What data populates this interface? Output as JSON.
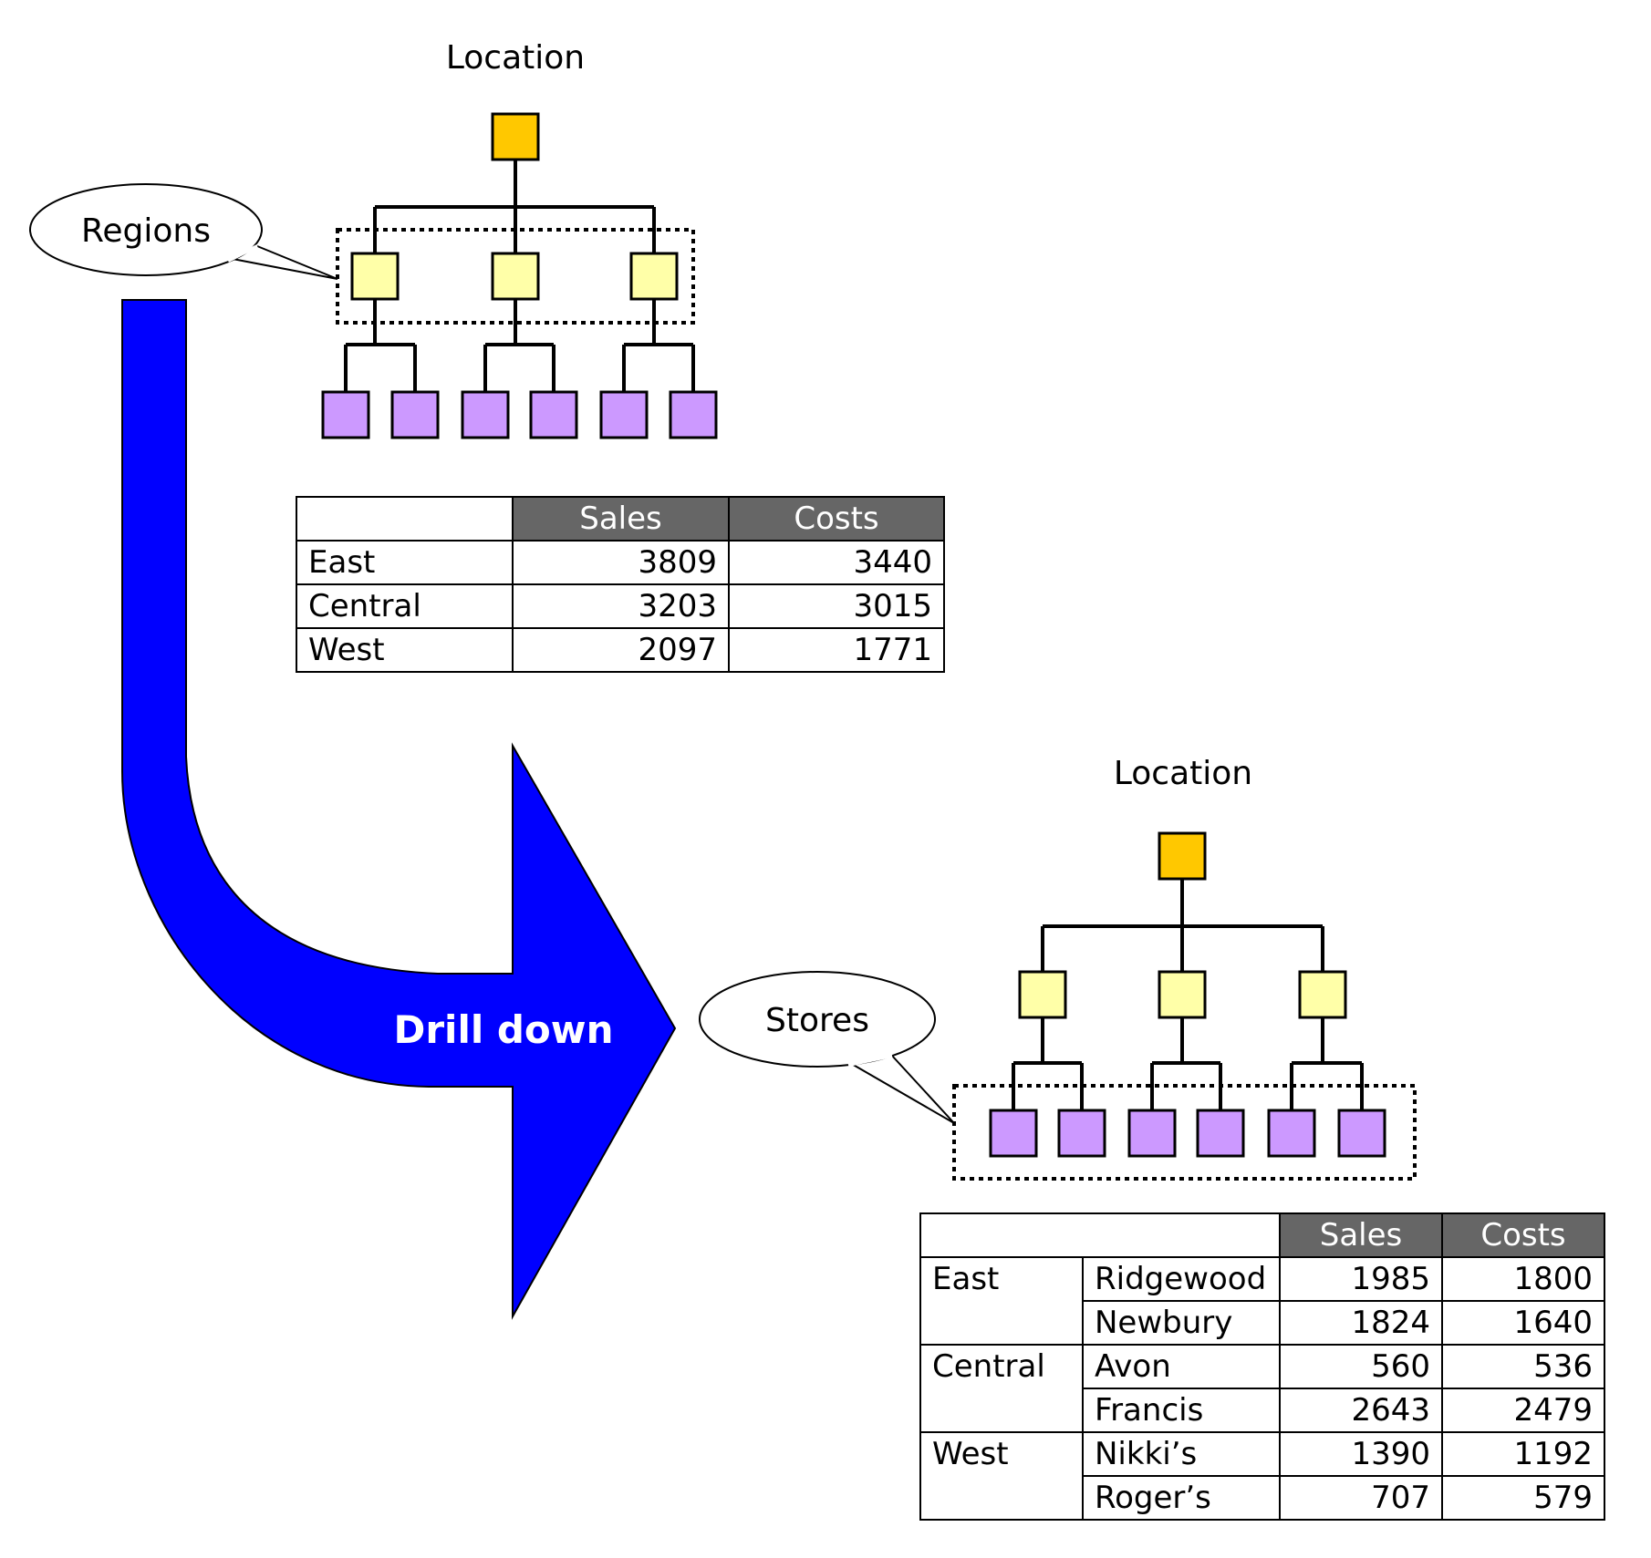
{
  "diagram": {
    "top_title": "Location",
    "bottom_title": "Location",
    "callout_regions": "Regions",
    "callout_stores": "Stores",
    "arrow_label": "Drill down",
    "colors": {
      "root": "#FFC800",
      "region": "#FFFFA8",
      "store": "#CC99FF",
      "arrow": "#0000FF",
      "header": "#666666"
    }
  },
  "table1": {
    "headers": [
      "Sales",
      "Costs"
    ],
    "rows": [
      {
        "region": "East",
        "sales": "3809",
        "costs": "3440"
      },
      {
        "region": "Central",
        "sales": "3203",
        "costs": "3015"
      },
      {
        "region": "West",
        "sales": "2097",
        "costs": "1771"
      }
    ]
  },
  "table2": {
    "headers": [
      "Sales",
      "Costs"
    ],
    "groups": [
      {
        "region": "East",
        "stores": [
          {
            "name": "Ridgewood",
            "sales": "1985",
            "costs": "1800"
          },
          {
            "name": "Newbury",
            "sales": "1824",
            "costs": "1640"
          }
        ]
      },
      {
        "region": "Central",
        "stores": [
          {
            "name": "Avon",
            "sales": "560",
            "costs": "536"
          },
          {
            "name": "Francis",
            "sales": "2643",
            "costs": "2479"
          }
        ]
      },
      {
        "region": "West",
        "stores": [
          {
            "name": "Nikki’s",
            "sales": "1390",
            "costs": "1192"
          },
          {
            "name": "Roger’s",
            "sales": "707",
            "costs": "579"
          }
        ]
      }
    ]
  }
}
